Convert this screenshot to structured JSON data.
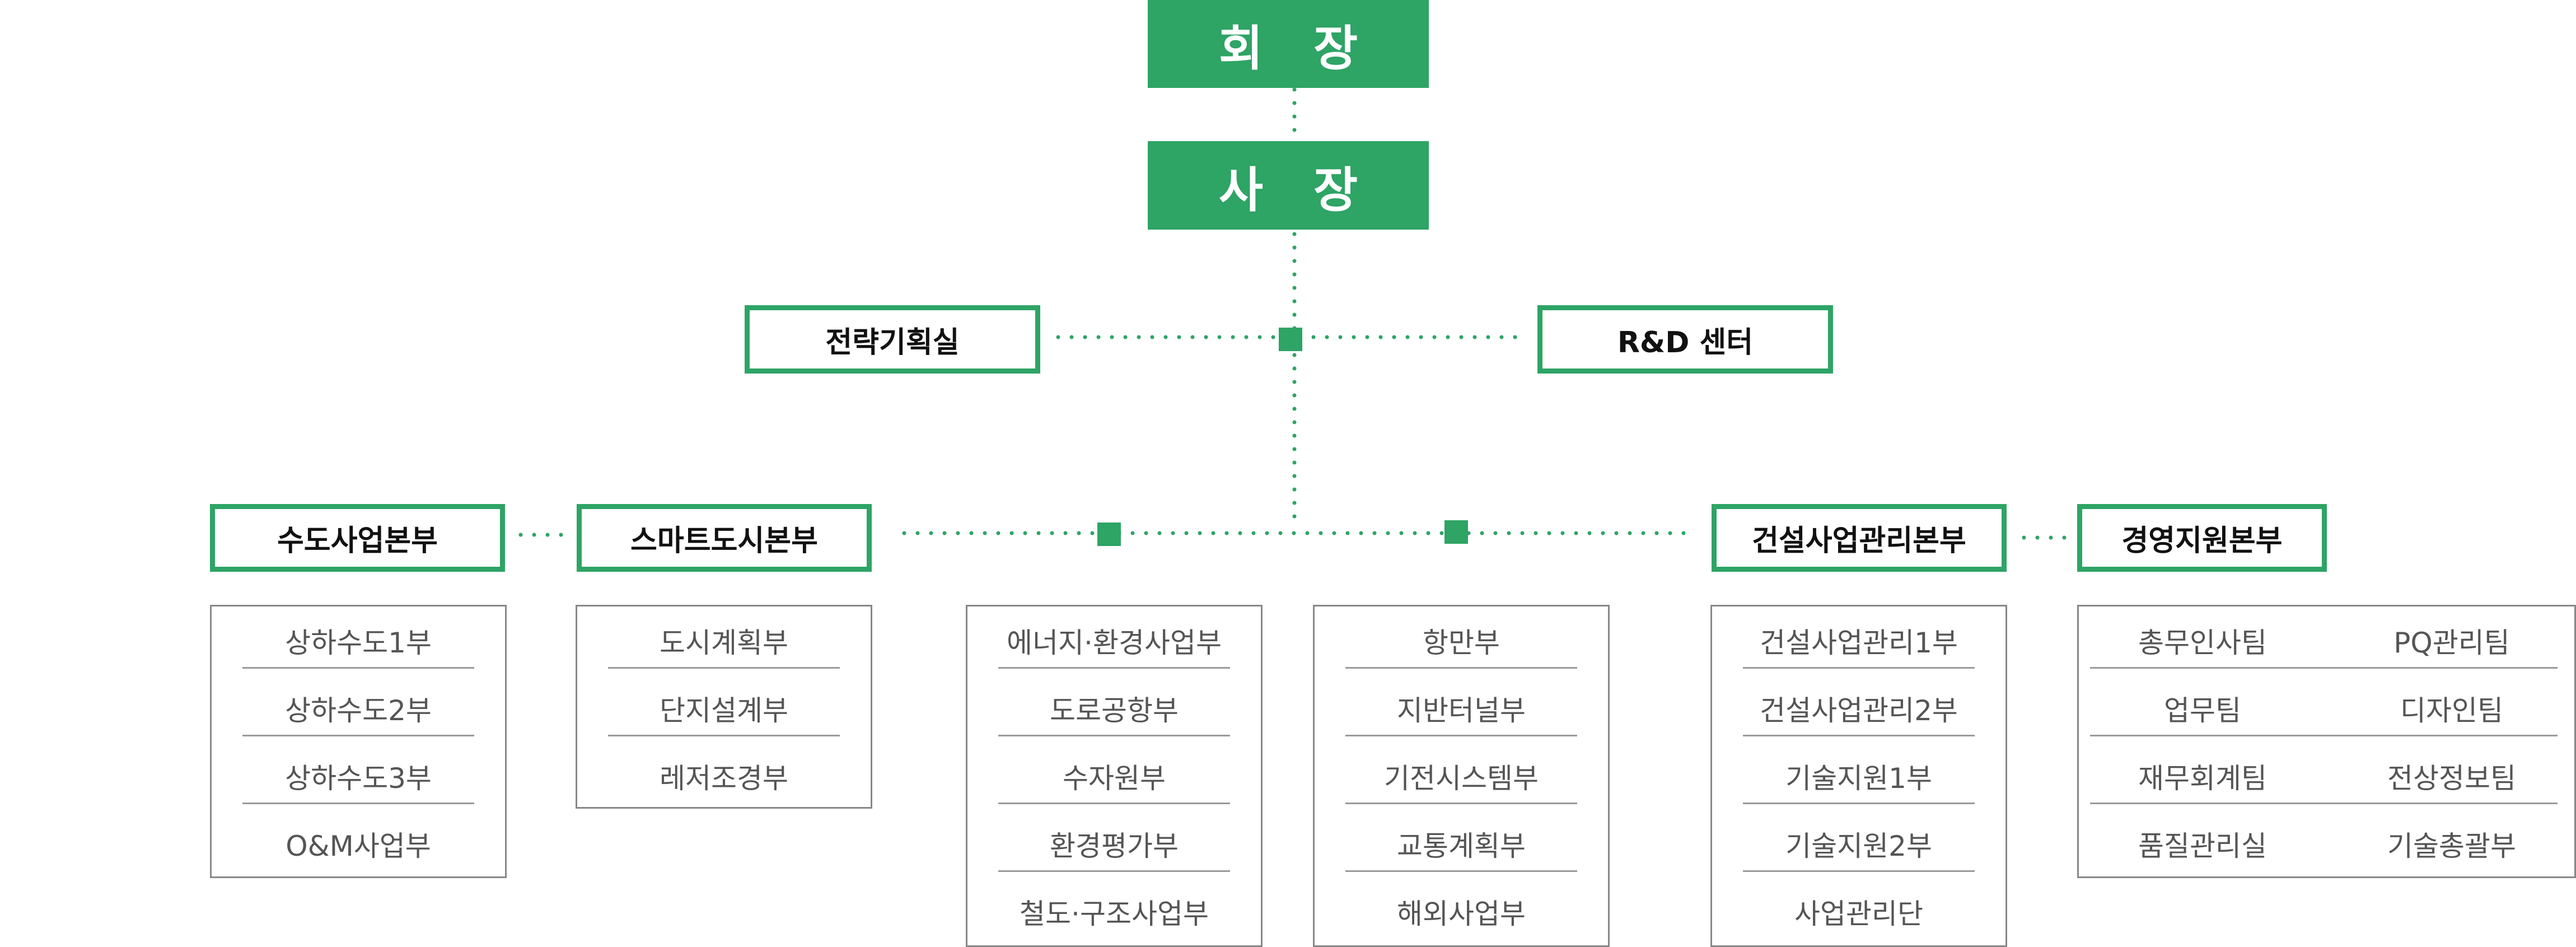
{
  "accent_color": "#2ea465",
  "executives": {
    "chairman": [
      "회",
      "장"
    ],
    "president": [
      "사",
      "장"
    ]
  },
  "staff": {
    "left": "전략기획실",
    "right": "R&D 센터"
  },
  "divisions": [
    {
      "name": "수도사업본부",
      "departments": [
        "상하수도1부",
        "상하수도2부",
        "상하수도3부",
        "O&M사업부"
      ]
    },
    {
      "name": "스마트도시본부",
      "departments": [
        "도시계획부",
        "단지설계부",
        "레저조경부"
      ]
    },
    {
      "name": "",
      "departments": [
        "에너지·환경사업부",
        "도로공항부",
        "수자원부",
        "환경평가부",
        "철도·구조사업부"
      ]
    },
    {
      "name": "",
      "departments": [
        "항만부",
        "지반터널부",
        "기전시스템부",
        "교통계획부",
        "해외사업부"
      ]
    },
    {
      "name": "건설사업관리본부",
      "departments": [
        "건설사업관리1부",
        "건설사업관리2부",
        "기술지원1부",
        "기술지원2부",
        "사업관리단"
      ]
    },
    {
      "name": "경영지원본부",
      "teams_left": [
        "총무인사팀",
        "업무팀",
        "재무회계팀",
        "품질관리실"
      ],
      "teams_right": [
        "PQ관리팀",
        "디자인팀",
        "전상정보팀",
        "기술총괄부"
      ]
    }
  ]
}
